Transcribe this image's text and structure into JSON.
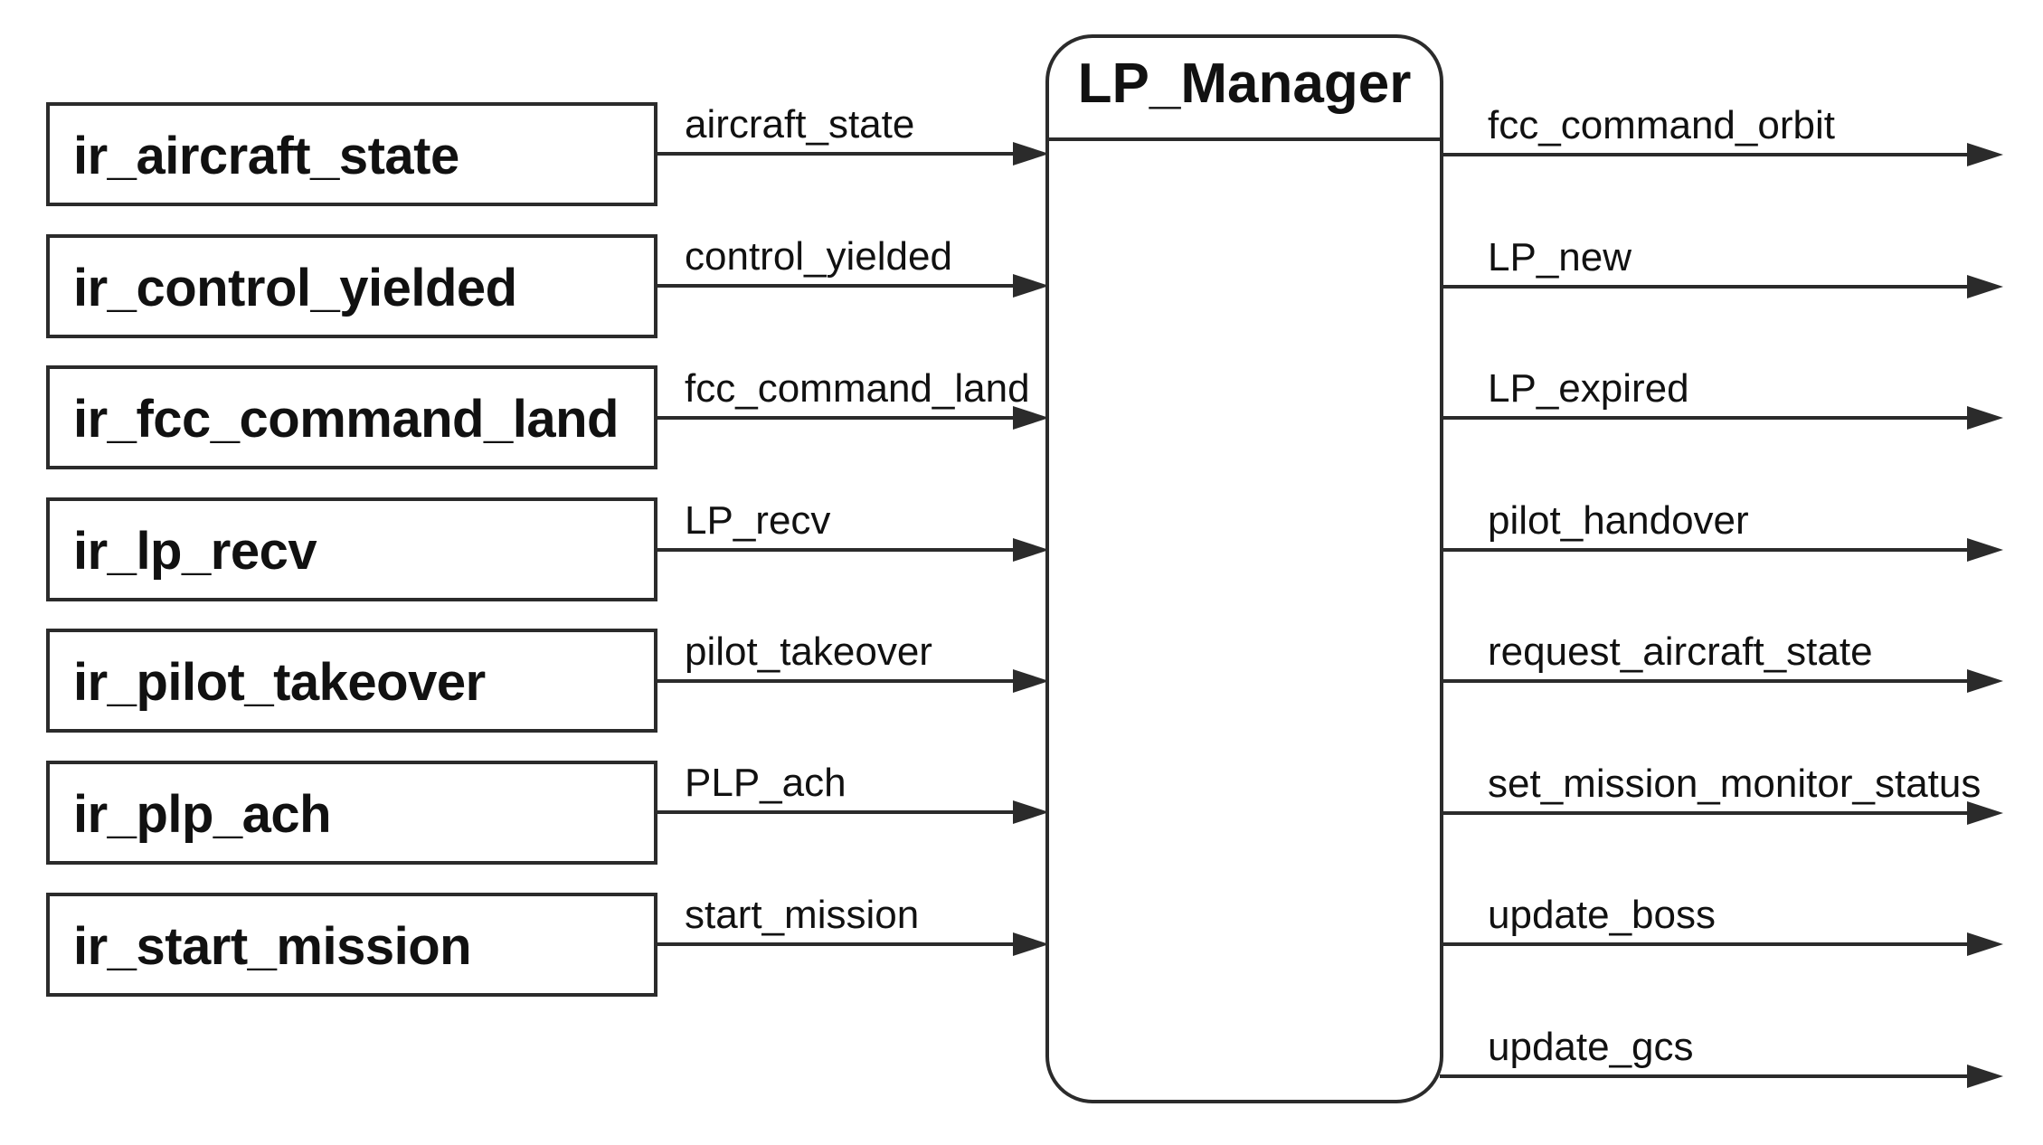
{
  "diagram": {
    "manager": {
      "title": "LP_Manager"
    },
    "inputs": [
      {
        "box": "ir_aircraft_state",
        "signal": "aircraft_state"
      },
      {
        "box": "ir_control_yielded",
        "signal": "control_yielded"
      },
      {
        "box": "ir_fcc_command_land",
        "signal": "fcc_command_land"
      },
      {
        "box": "ir_lp_recv",
        "signal": "LP_recv"
      },
      {
        "box": "ir_pilot_takeover",
        "signal": "pilot_takeover"
      },
      {
        "box": "ir_plp_ach",
        "signal": "PLP_ach"
      },
      {
        "box": "ir_start_mission",
        "signal": "start_mission"
      }
    ],
    "outputs": [
      {
        "signal": "fcc_command_orbit"
      },
      {
        "signal": "LP_new"
      },
      {
        "signal": "LP_expired"
      },
      {
        "signal": "pilot_handover"
      },
      {
        "signal": "request_aircraft_state"
      },
      {
        "signal": "set_mission_monitor_status"
      },
      {
        "signal": "update_boss"
      },
      {
        "signal": "update_gcs"
      }
    ],
    "colors": {
      "line": "#2b2b2b",
      "text": "#111111",
      "background": "#ffffff"
    }
  }
}
